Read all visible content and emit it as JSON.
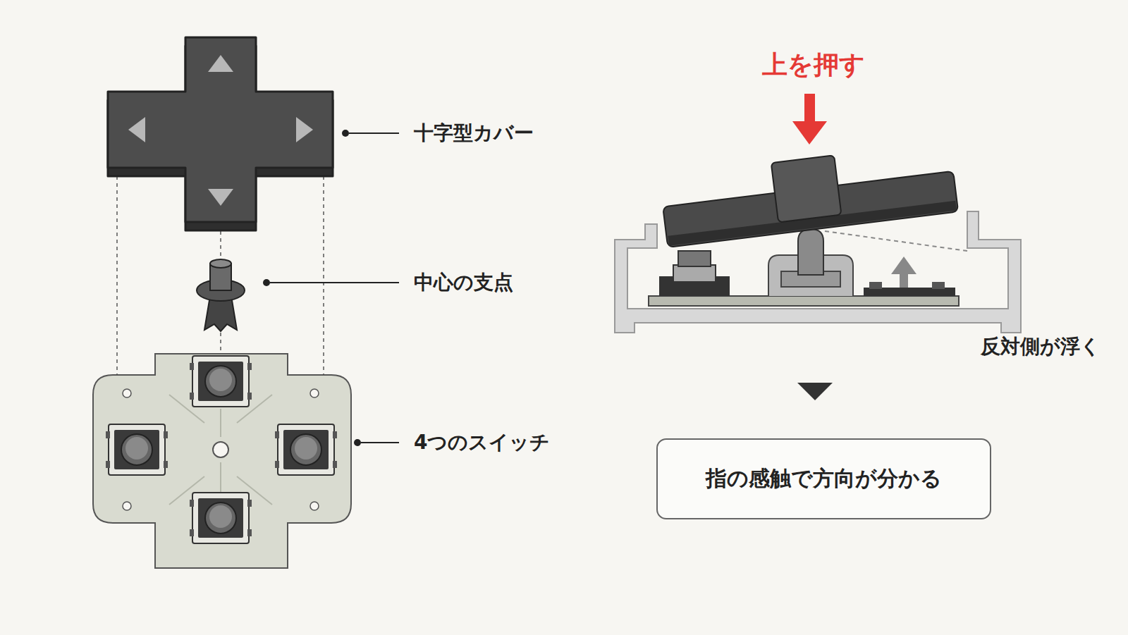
{
  "diagram": {
    "nodes": [
      {
        "text": [
          "指の感触で方向が分かる"
        ]
      }
    ],
    "labels": [
      "十字型カバー",
      "中心の支点",
      "4つのスイッチ",
      "上を押す",
      "反対側が浮く"
    ]
  }
}
